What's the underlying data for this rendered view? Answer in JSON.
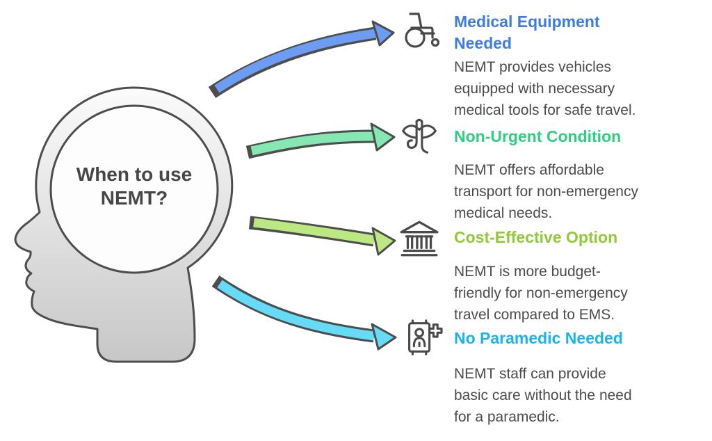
{
  "head": {
    "label": "When to use NEMT?",
    "label_lines": [
      "When to use",
      "NEMT?"
    ],
    "fill_top": "#fbfbfb",
    "fill_bottom": "#c7c7c7",
    "text_color": "#474747"
  },
  "colors": {
    "outline": "#4d4d4d",
    "body_text": "#4b4b4b",
    "background": "#ffffff"
  },
  "items": [
    {
      "icon": "wheelchair-icon",
      "title": "Medical Equipment Needed",
      "title_lines": [
        "Medical Equipment",
        "Needed"
      ],
      "title_color": "#3d7ce0",
      "arrow_color": "#6c9df2",
      "body": "NEMT provides vehicles equipped with necessary medical tools for safe travel.",
      "body_lines": [
        "NEMT provides vehicles",
        "equipped with necessary",
        "medical tools for safe travel."
      ]
    },
    {
      "icon": "hush-icon",
      "title": "Non-Urgent Condition",
      "title_lines": [
        "Non-Urgent Condition"
      ],
      "title_color": "#31cd81",
      "arrow_color": "#85e8b2",
      "body": "NEMT offers affordable transport for non-emergency medical needs.",
      "body_lines": [
        "NEMT offers affordable",
        "transport for non-emergency",
        "medical needs."
      ]
    },
    {
      "icon": "bank-icon",
      "title": "Cost-Effective Option",
      "title_lines": [
        "Cost-Effective Option"
      ],
      "title_color": "#92c936",
      "arrow_color": "#bce882",
      "body": "NEMT is more budget-friendly for non-emergency travel compared to EMS.",
      "body_lines": [
        "NEMT is more budget-",
        "friendly for non-emergency",
        "travel compared to EMS."
      ]
    },
    {
      "icon": "badge-plus-icon",
      "title": "No Paramedic Needed",
      "title_lines": [
        "No Paramedic Needed"
      ],
      "title_color": "#1ab4e8",
      "arrow_color": "#66dbf5",
      "body": "NEMT staff can provide basic care without the need for a paramedic.",
      "body_lines": [
        "NEMT staff can provide",
        "basic care without the need",
        "for a paramedic."
      ]
    }
  ]
}
